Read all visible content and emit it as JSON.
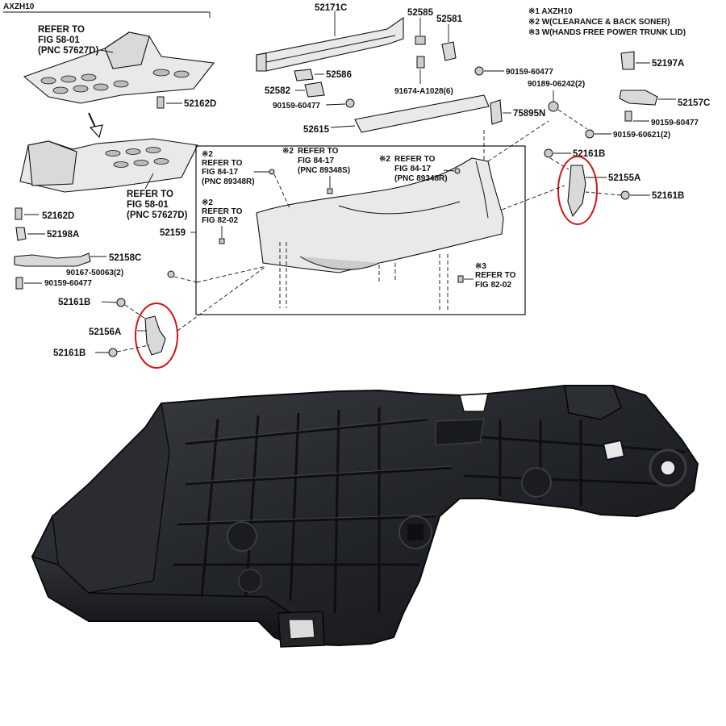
{
  "model_code": "AXZH10",
  "notes": [
    "※1  AXZH10",
    "※2  W(CLEARANCE & BACK SONER)",
    "※3  W(HANDS FREE POWER TRUNK LID)"
  ],
  "parts": {
    "p52171C": "52171C",
    "p52585": "52585",
    "p52581": "52581",
    "p52586": "52586",
    "p52582": "52582",
    "p90159_60477_a": "90159-60477",
    "p90159_60477_b": "90159-60477",
    "p90159_60477_c": "90159-60477",
    "p90159_60477_d": "90159-60477",
    "p91674": "91674-A1028(6)",
    "p52615": "52615",
    "p75895N": "75895N",
    "p52197A": "52197A",
    "p52157C": "52157C",
    "p90189": "90189-06242(2)",
    "p90159_60621": "90159-60621(2)",
    "p52161B_r1": "52161B",
    "p52155A": "52155A",
    "p52161B_r2": "52161B",
    "p52162D_a": "52162D",
    "p52162D_b": "52162D",
    "p52198A": "52198A",
    "p52158C": "52158C",
    "p90167": "90167-50063(2)",
    "p52161B_l1": "52161B",
    "p52156A": "52156A",
    "p52161B_l2": "52161B",
    "p52159": "52159"
  },
  "refs": {
    "top_refer": "REFER TO",
    "top_fig": "FIG 58-01",
    "top_pnc": "(PNC 57627D)",
    "mid_refer": "REFER TO",
    "mid_fig": "FIG 58-01",
    "mid_pnc": "(PNC 57627D)",
    "b1_mark": "※2",
    "b1_refer": "REFER TO",
    "b1_fig": "FIG 84-17",
    "b1_pnc": "(PNC 89348R)",
    "b2_mark": "※2",
    "b2_refer": "REFER TO",
    "b2_fig": "FIG 84-17",
    "b2_pnc": "(PNC 89348S)",
    "b3_mark": "※2",
    "b3_refer": "REFER TO",
    "b3_fig": "FIG 84-17",
    "b3_pnc": "(PNC 89348R)",
    "b4_mark": "※2",
    "b4_refer": "REFER TO",
    "b4_fig": "FIG 82-02",
    "b5_mark": "※3",
    "b5_refer": "REFER TO",
    "b5_fig": "FIG 82-02"
  },
  "colors": {
    "highlight_circle": "#d41515",
    "photo_plastic": "#1e2023"
  }
}
